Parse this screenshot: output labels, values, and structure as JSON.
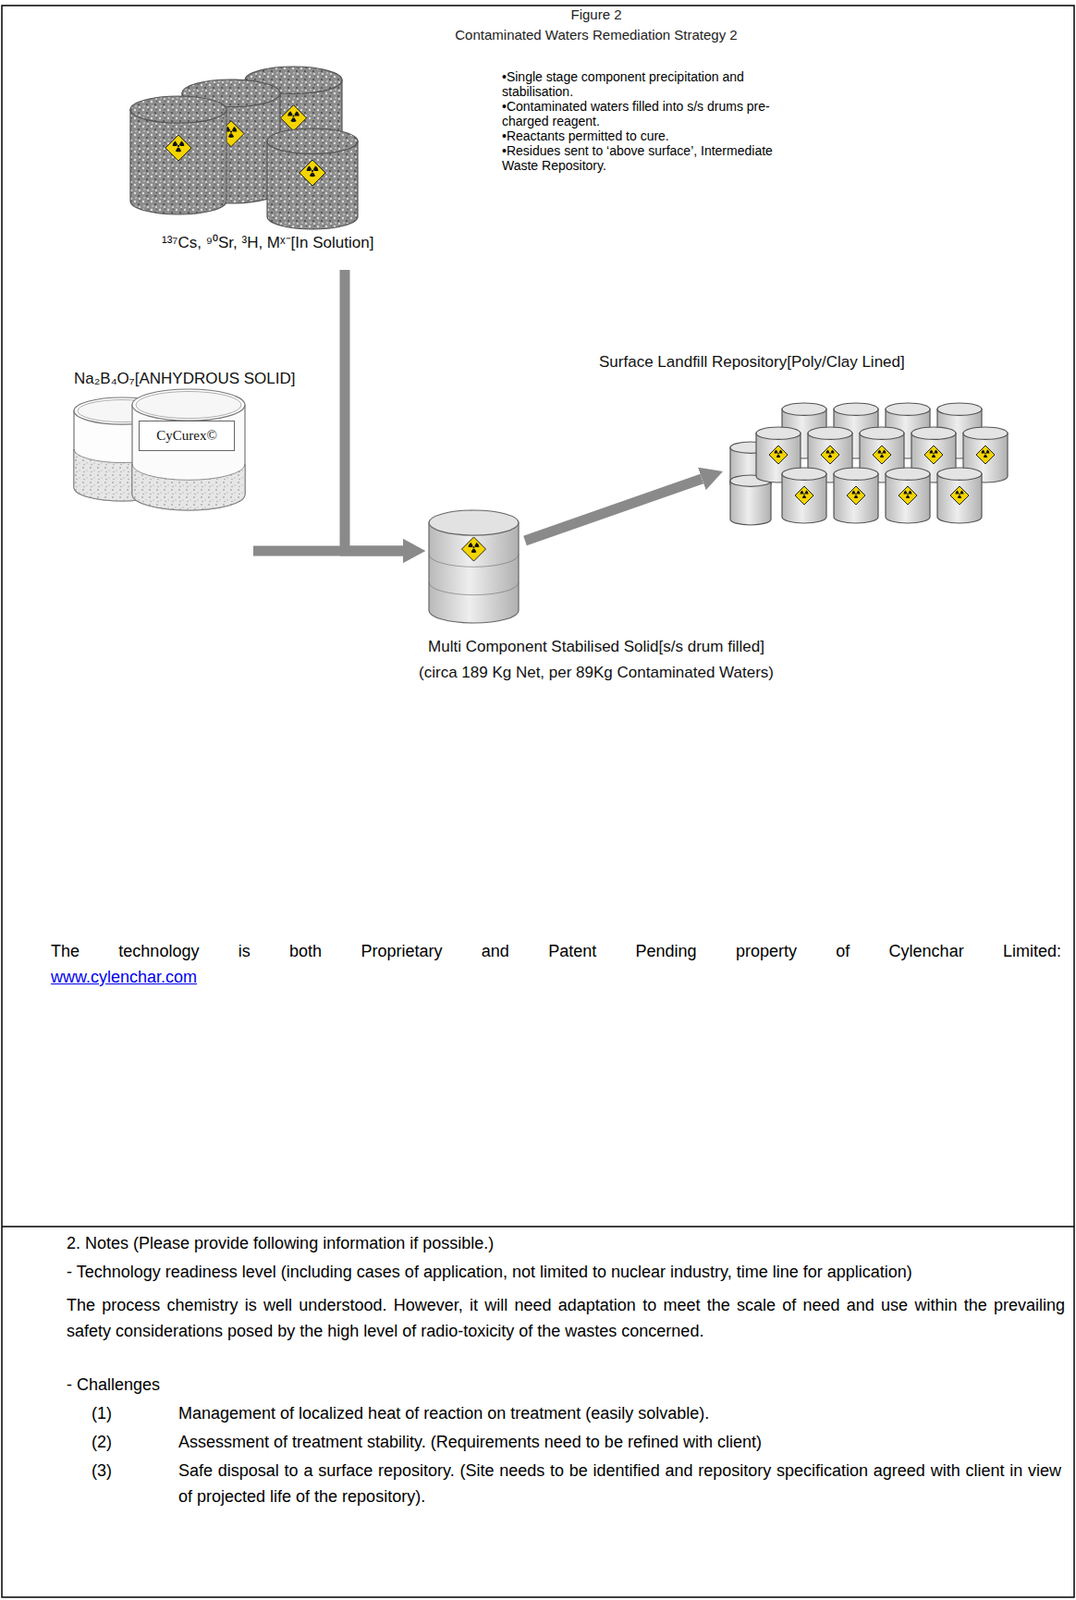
{
  "diagram": {
    "title": "Figure 2",
    "nodes": [
      {
        "text": [
          "¹³⁷Cs, ⁹⁰Sr, ³H, Mˣ⁻[In Solution]"
        ]
      },
      {
        "text": [
          "Na₂B₄O₇[ANHYDROUS SOLID]",
          "CyCurex©"
        ]
      },
      {
        "text": [
          "Multi Component Stabilised Solid[s/s drum filled]",
          "(circa 189 Kg Net, per 89Kg Contaminated Waters)"
        ]
      },
      {
        "text": [
          "Surface Landfill Repository[Poly/Clay Lined]"
        ]
      }
    ],
    "edges": [
      {
        "from": 0,
        "to": 2,
        "arrow": "to"
      },
      {
        "from": 1,
        "to": 2,
        "arrow": "to"
      },
      {
        "from": 2,
        "to": 3,
        "arrow": "to"
      }
    ],
    "labels": [
      "Contaminated Waters Remediation Strategy 2",
      "•Single stage component precipitation and stabilisation.",
      "•Contaminated waters filled into s/s drums pre-charged reagent.",
      "•Reactants permitted to cure.",
      "•Residues sent to ‘above surface’, Intermediate Waste Repository.",
      "The technology is both Proprietary and Patent Pending property of Cylenchar Limited:",
      "www.cylenchar.com",
      "2. Notes (Please provide following information if possible.)",
      "- Technology readiness level (including cases of application, not limited to nuclear industry, time line for application)",
      "The process chemistry is well understood. However, it will need adaptation to meet the scale of need and use within the prevailing safety considerations posed by the high level of radio-toxicity of the wastes concerned.",
      "- Challenges",
      "(1)",
      "Management of localized heat of reaction on treatment (easily solvable).",
      "(2)",
      "Assessment of treatment stability. (Requirements need to be refined with client)",
      "(3)",
      "Safe disposal to a surface repository. (Site needs to be identified and repository specification agreed with client in view of projected life of the repository)."
    ]
  }
}
